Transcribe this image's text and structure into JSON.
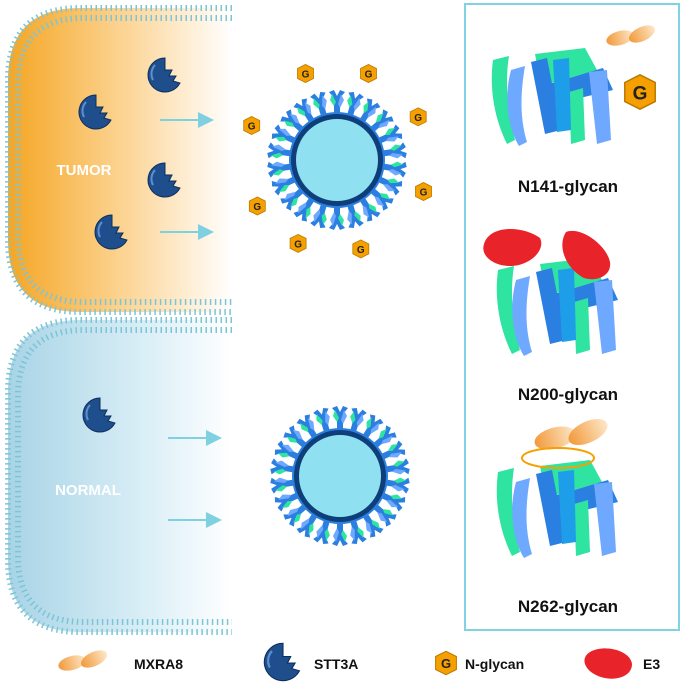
{
  "cells": {
    "tumor_label": "TUMOR",
    "normal_label": "NORMAL",
    "tumor_color": "#f5a623",
    "normal_color": "#a8d4e6",
    "membrane_color": "#7cc5d6"
  },
  "panel": {
    "border_color": "#7fd3e3",
    "labels": [
      "N141-glycan",
      "N200-glycan",
      "N262-glycan"
    ]
  },
  "legend": {
    "mxra8": "MXRA8",
    "stt3a": "STT3A",
    "n_glycan": "N-glycan",
    "e3": "E3",
    "glycan_letter": "G"
  },
  "colors": {
    "stt3a": "#1f4e8c",
    "glycan": "#f5a000",
    "e3": "#e8232a",
    "mxra8": "#f0a040",
    "virion_core": "#8fe0f0",
    "spike_green": "#2fe3a0",
    "spike_blue": "#2b7fe0",
    "spike_light": "#6fa8ff",
    "arrow": "#7fd0e0"
  }
}
